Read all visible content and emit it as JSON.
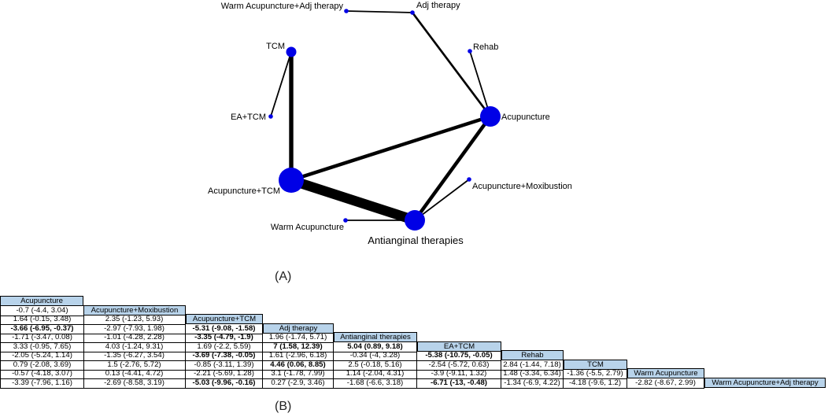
{
  "figure": {
    "panel_a_label": "(A)",
    "panel_b_label": "(B)"
  },
  "network": {
    "nodes": [
      {
        "id": "warm_adj",
        "label": "Warm Acupuncture+Adj therapy",
        "size": "small"
      },
      {
        "id": "adj",
        "label": "Adj therapy",
        "size": "small"
      },
      {
        "id": "rehab",
        "label": "Rehab",
        "size": "small"
      },
      {
        "id": "tcm",
        "label": "TCM",
        "size": "medium"
      },
      {
        "id": "acupuncture",
        "label": "Acupuncture",
        "size": "large"
      },
      {
        "id": "ea_tcm",
        "label": "EA+TCM",
        "size": "small"
      },
      {
        "id": "acu_tcm",
        "label": "Acupuncture+TCM",
        "size": "xlarge"
      },
      {
        "id": "acu_moxi",
        "label": "Acupuncture+Moxibustion",
        "size": "small"
      },
      {
        "id": "warm",
        "label": "Warm Acupuncture",
        "size": "small"
      },
      {
        "id": "antianginal",
        "label": "Antianginal therapies",
        "size": "large"
      }
    ],
    "edges": [
      {
        "from": "warm_adj",
        "to": "adj",
        "weight": 2
      },
      {
        "from": "adj",
        "to": "acupuncture",
        "weight": 3
      },
      {
        "from": "rehab",
        "to": "acupuncture",
        "weight": 2
      },
      {
        "from": "tcm",
        "to": "acu_tcm",
        "weight": 6
      },
      {
        "from": "tcm",
        "to": "ea_tcm",
        "weight": 2
      },
      {
        "from": "acupuncture",
        "to": "acu_tcm",
        "weight": 5
      },
      {
        "from": "acupuncture",
        "to": "antianginal",
        "weight": 5
      },
      {
        "from": "acu_tcm",
        "to": "antianginal",
        "weight": 14
      },
      {
        "from": "acu_moxi",
        "to": "antianginal",
        "weight": 2
      },
      {
        "from": "warm",
        "to": "antianginal",
        "weight": 2
      }
    ]
  },
  "league_table": {
    "treatments": [
      "Acupuncture",
      "Acupuncture+Moxibustion",
      "Acupuncture+TCM",
      "Adj therapy",
      "Antianginal therapies",
      "EA+TCM",
      "Rehab",
      "TCM",
      "Warm Acupuncture",
      "Warm Acupuncture+Adj therapy"
    ],
    "rows": [
      [
        {
          "v": "-0.7 (-4.4, 3.04)",
          "b": false
        }
      ],
      [
        {
          "v": "1.64 (-0.15, 3.48)",
          "b": false
        },
        {
          "v": "2.35 (-1.23, 5.93)",
          "b": false
        }
      ],
      [
        {
          "v": "-3.66 (-6.95, -0.37)",
          "b": true
        },
        {
          "v": "-2.97 (-7.93, 1.98)",
          "b": false
        },
        {
          "v": "-5.31 (-9.08, -1.58)",
          "b": true
        }
      ],
      [
        {
          "v": "-1.71 (-3.47, 0.08)",
          "b": false
        },
        {
          "v": "-1.01 (-4.28, 2.28)",
          "b": false
        },
        {
          "v": "-3.35 (-4.79, -1.9)",
          "b": true
        },
        {
          "v": "1.96 (-1.74, 5.71)",
          "b": false
        }
      ],
      [
        {
          "v": "3.33 (-0.95, 7.65)",
          "b": false
        },
        {
          "v": "4.03 (-1.24, 9.31)",
          "b": false
        },
        {
          "v": "1.69 (-2.2, 5.59)",
          "b": false
        },
        {
          "v": "7 (1.58, 12.39)",
          "b": true
        },
        {
          "v": "5.04 (0.89, 9.18)",
          "b": true
        }
      ],
      [
        {
          "v": "-2.05 (-5.24, 1.14)",
          "b": false
        },
        {
          "v": "-1.35 (-6.27, 3.54)",
          "b": false
        },
        {
          "v": "-3.69 (-7.38, -0.05)",
          "b": true
        },
        {
          "v": "1.61 (-2.96, 6.18)",
          "b": false
        },
        {
          "v": "-0.34 (-4, 3.28)",
          "b": false
        },
        {
          "v": "-5.38 (-10.75, -0.05)",
          "b": true
        }
      ],
      [
        {
          "v": "0.79 (-2.08, 3.69)",
          "b": false
        },
        {
          "v": "1.5 (-2.76, 5.72)",
          "b": false
        },
        {
          "v": "-0.85 (-3.11, 1.39)",
          "b": false
        },
        {
          "v": "4.46 (0.06, 8.85)",
          "b": true
        },
        {
          "v": "2.5 (-0.18, 5.16)",
          "b": false
        },
        {
          "v": "-2.54 (-5.72, 0.63)",
          "b": false
        },
        {
          "v": "2.84 (-1.44, 7.18)",
          "b": false
        }
      ],
      [
        {
          "v": "-0.57 (-4.18, 3.07)",
          "b": false
        },
        {
          "v": "0.13 (-4.41, 4.72)",
          "b": false
        },
        {
          "v": "-2.21 (-5.69, 1.28)",
          "b": false
        },
        {
          "v": "3.1 (-1.78, 7.99)",
          "b": false
        },
        {
          "v": "1.14 (-2.04, 4.31)",
          "b": false
        },
        {
          "v": "-3.9 (-9.11, 1.32)",
          "b": false
        },
        {
          "v": "1.48 (-3.34, 6.34)",
          "b": false
        },
        {
          "v": "-1.36 (-5.5, 2.79)",
          "b": false
        }
      ],
      [
        {
          "v": "-3.39 (-7.96, 1.16)",
          "b": false
        },
        {
          "v": "-2.69 (-8.58, 3.19)",
          "b": false
        },
        {
          "v": "-5.03 (-9.96, -0.16)",
          "b": true
        },
        {
          "v": "0.27 (-2.9, 3.46)",
          "b": false
        },
        {
          "v": "-1.68 (-6.6, 3.18)",
          "b": false
        },
        {
          "v": "-6.71 (-13, -0.48)",
          "b": true
        },
        {
          "v": "-1.34 (-6.9, 4.22)",
          "b": false
        },
        {
          "v": "-4.18 (-9.6, 1.2)",
          "b": false
        },
        {
          "v": "-2.82 (-8.67, 2.99)",
          "b": false
        }
      ]
    ]
  }
}
